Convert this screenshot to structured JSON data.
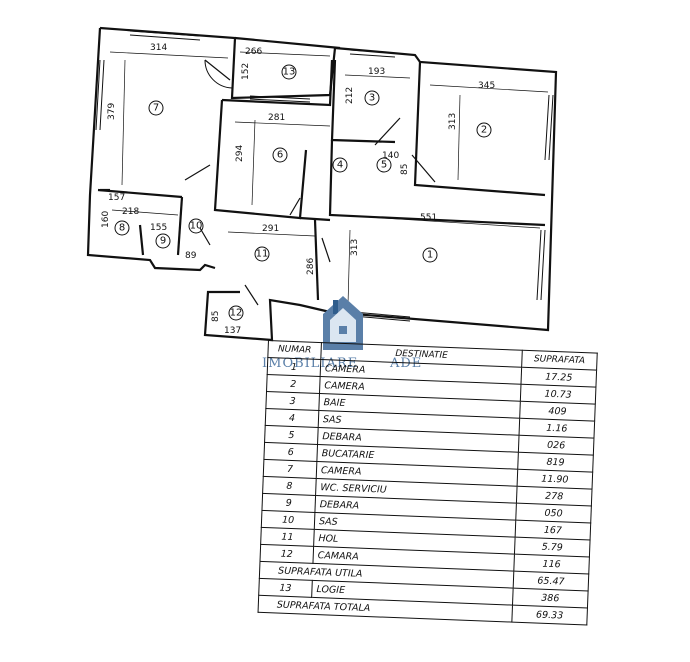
{
  "watermark": {
    "brand": "IMOBILIARE",
    "suffix": "ADE"
  },
  "plan": {
    "dimensions": [
      "314",
      "266",
      "152",
      "379",
      "193",
      "212",
      "345",
      "313",
      "281",
      "294",
      "140",
      "85",
      "157",
      "218",
      "160",
      "155",
      "89",
      "291",
      "551",
      "286",
      "313",
      "85",
      "137"
    ],
    "room_markers": [
      "1",
      "2",
      "3",
      "4",
      "5",
      "6",
      "7",
      "8",
      "9",
      "10",
      "11",
      "12",
      "13"
    ]
  },
  "legend": {
    "headers": {
      "number": "NUMAR",
      "destination": "DESTINATIE",
      "area": "SUPRAFATA"
    },
    "rows": [
      {
        "nr": "1",
        "name": "CAMERA",
        "area": "17.25"
      },
      {
        "nr": "2",
        "name": "CAMERA",
        "area": "10.73"
      },
      {
        "nr": "3",
        "name": "BAIE",
        "area": "409"
      },
      {
        "nr": "4",
        "name": "SAS",
        "area": "1.16"
      },
      {
        "nr": "5",
        "name": "DEBARA",
        "area": "026"
      },
      {
        "nr": "6",
        "name": "BUCATARIE",
        "area": "819"
      },
      {
        "nr": "7",
        "name": "CAMERA",
        "area": "11.90"
      },
      {
        "nr": "8",
        "name": "WC. SERVICIU",
        "area": "278"
      },
      {
        "nr": "9",
        "name": "DEBARA",
        "area": "050"
      },
      {
        "nr": "10",
        "name": "SAS",
        "area": "167"
      },
      {
        "nr": "11",
        "name": "HOL",
        "area": "5.79"
      },
      {
        "nr": "12",
        "name": "CAMARA",
        "area": "116"
      }
    ],
    "useful_area": {
      "label": "SUPRAFATA UTILA",
      "value": "65.47"
    },
    "loggia": {
      "nr": "13",
      "name": "LOGIE",
      "area": "386"
    },
    "total_area": {
      "label": "SUPRAFATA TOTALA",
      "value": "69.33"
    }
  }
}
